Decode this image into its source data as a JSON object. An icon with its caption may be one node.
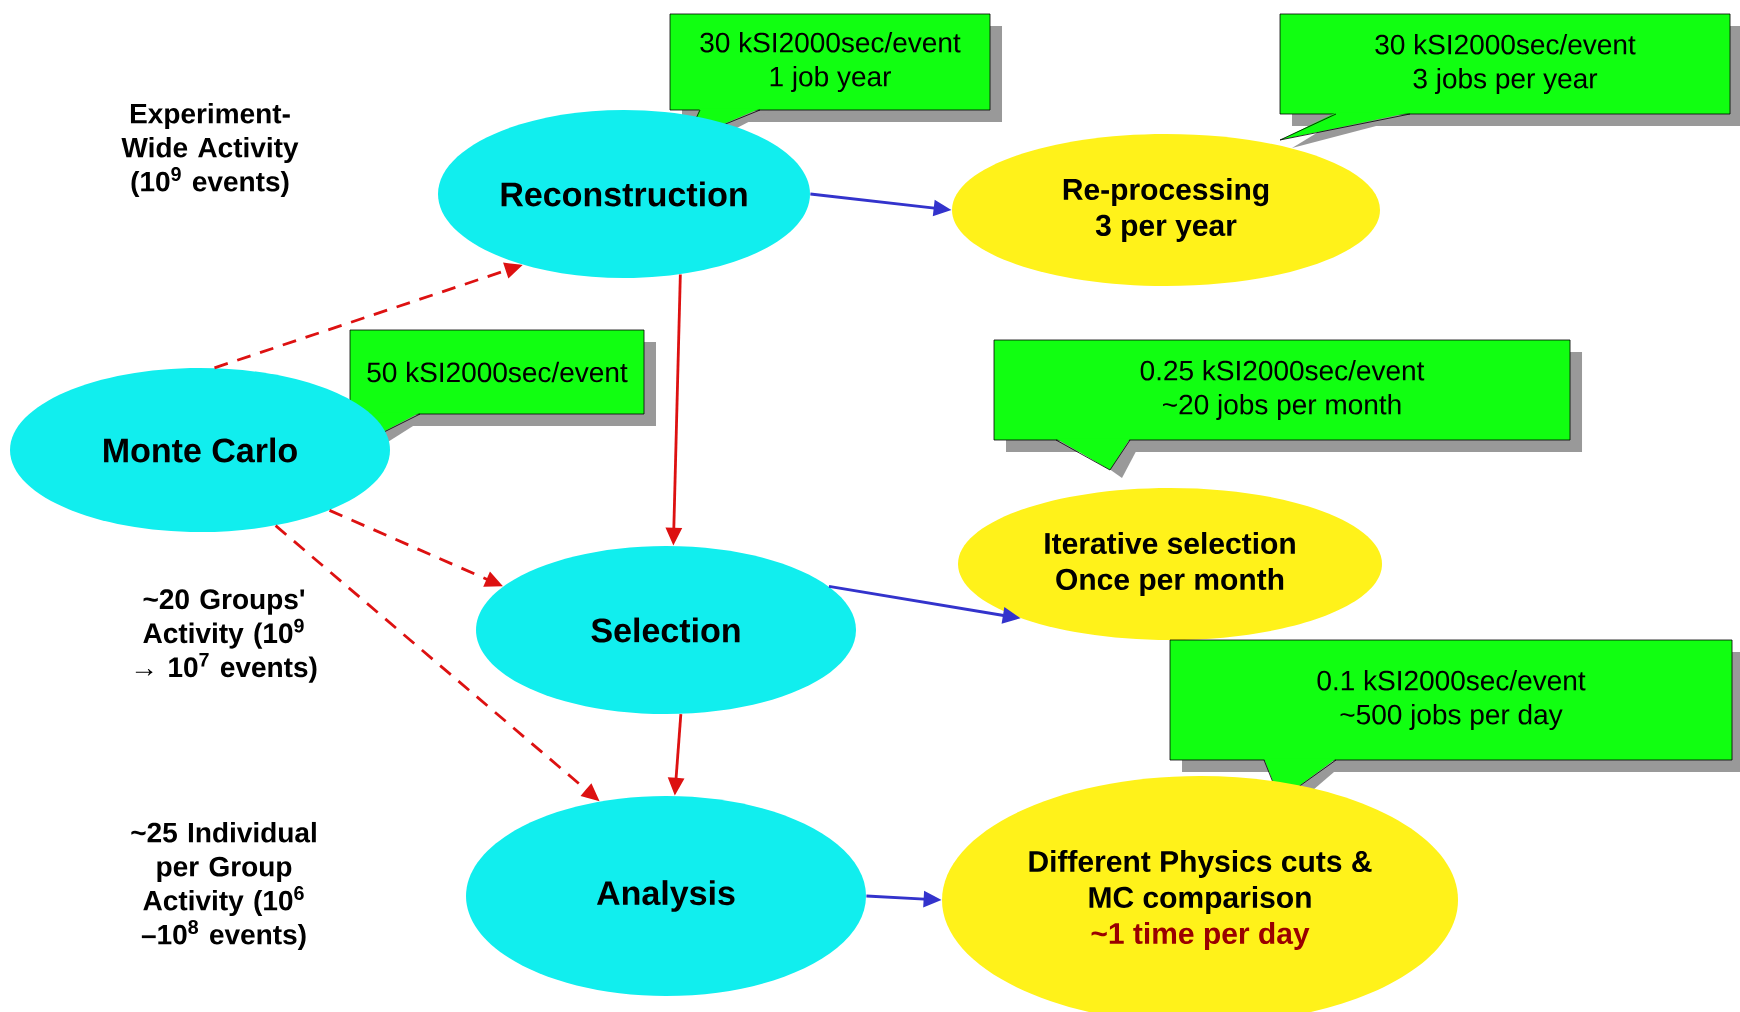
{
  "diagram": {
    "nodes": [
      {
        "text": [
          "30 kSI2000sec/event",
          "1 job year"
        ]
      },
      {
        "text": [
          "30 kSI2000sec/event",
          "3 jobs per year"
        ]
      },
      {
        "text": [
          "Reconstruction"
        ]
      },
      {
        "text": [
          "Re-processing",
          "3 per year"
        ]
      },
      {
        "text": [
          "50 kSI2000sec/event"
        ]
      },
      {
        "text": [
          "Monte Carlo"
        ]
      },
      {
        "text": [
          "0.25 kSI2000sec/event",
          "~20 jobs per month"
        ]
      },
      {
        "text": [
          "Selection"
        ]
      },
      {
        "text": [
          "Iterative selection",
          "Once per month"
        ]
      },
      {
        "text": [
          "0.1 kSI2000sec/event",
          "~500 jobs per day"
        ]
      },
      {
        "text": [
          "Analysis"
        ]
      },
      {
        "text": [
          "Different Physics cuts & MC comparison",
          "~1 time per day"
        ]
      }
    ],
    "edges": [
      {
        "from": 5,
        "to": 2,
        "arrow": "to",
        "style": "dashed"
      },
      {
        "from": 5,
        "to": 7,
        "arrow": "to",
        "style": "dashed"
      },
      {
        "from": 5,
        "to": 10,
        "arrow": "to",
        "style": "dashed"
      },
      {
        "from": 2,
        "to": 7,
        "arrow": "to"
      },
      {
        "from": 7,
        "to": 10,
        "arrow": "to"
      },
      {
        "from": 2,
        "to": 3,
        "arrow": "to",
        "color": "#3333cc"
      },
      {
        "from": 7,
        "to": 8,
        "arrow": "to",
        "color": "#3333cc"
      },
      {
        "from": 10,
        "to": 11,
        "arrow": "to",
        "color": "#3333cc"
      }
    ],
    "labels": [
      "Experiment-Wide Activity (10$^{9}$ events)",
      "~20 Groups' Activity (10$^{9}$ → 10$^{7}$ events)",
      "~25 Individual per Group Activity (10$^{6}$ –10$^{8}$ events)"
    ]
  }
}
